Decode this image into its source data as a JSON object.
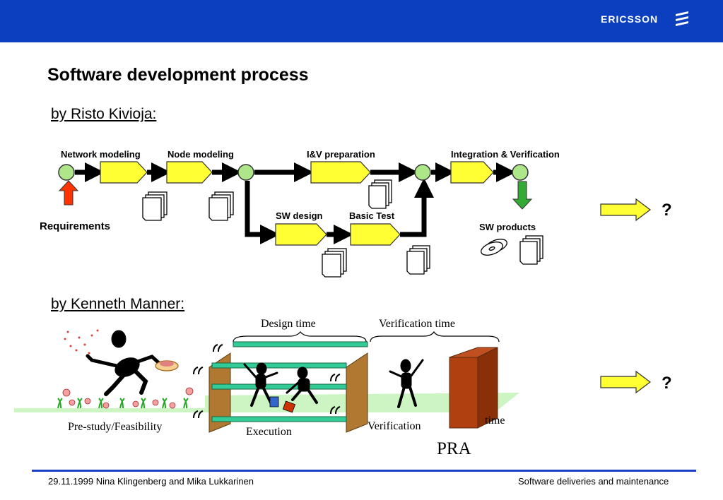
{
  "header": {
    "brand": "ERICSSON",
    "brand_mark": "ericsson-logo-icon"
  },
  "title": "Software development process",
  "section1": {
    "heading": "by Risto Kivioja:",
    "labels": {
      "network_modeling": "Network modeling",
      "node_modeling": "Node modeling",
      "iv_preparation": "I&V preparation",
      "integration_verification": "Integration & Verification",
      "sw_design": "SW design",
      "basic_test": "Basic Test",
      "requirements": "Requirements",
      "sw_products": "SW products"
    },
    "question": "?"
  },
  "section2": {
    "heading": "by Kenneth Manner:",
    "labels": {
      "design_time": "Design time",
      "verification_time": "Verification time",
      "prestudy": "Pre-study/Feasibility",
      "execution": "Execution",
      "verification": "Verification",
      "time": "time",
      "pra": "PRA"
    },
    "question": "?"
  },
  "footer": {
    "left": "29.11.1999  Nina Klingenberg and Mika Lukkarinen",
    "right": "Software deliveries and maintenance"
  },
  "colors": {
    "header_blue": "#0b3fc0",
    "box_yellow": "#ffff33",
    "node_green": "#aee68a",
    "wall_brown": "#b04010",
    "arrow_red": "#ff3300",
    "arrow_green": "#33aa33"
  }
}
